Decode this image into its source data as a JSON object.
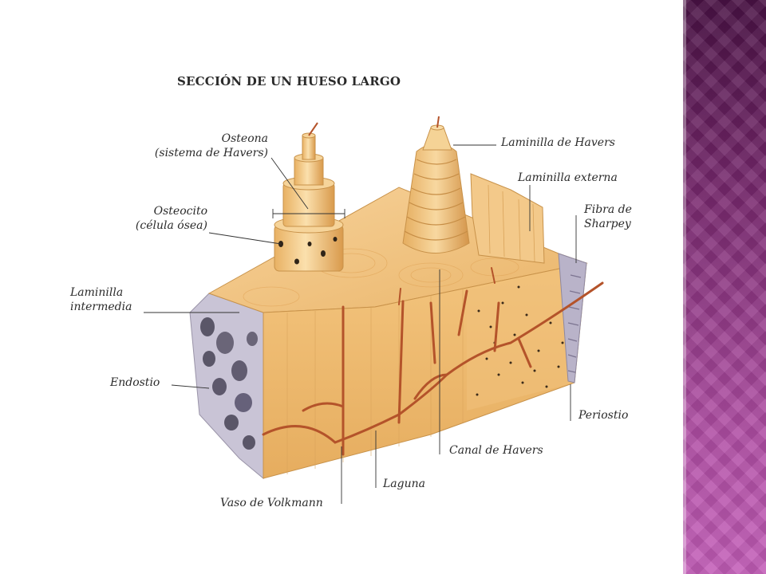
{
  "title": "SECCIÓN DE UN HUESO LARGO",
  "labels": {
    "osteona": "Osteona",
    "osteona_sub": "(sistema de Havers)",
    "osteocito": "Osteocito",
    "osteocito_sub": "(célula ósea)",
    "laminilla_intermedia_1": "Laminilla",
    "laminilla_intermedia_2": "intermedia",
    "endostio": "Endostio",
    "laminilla_havers": "Laminilla de Havers",
    "laminilla_externa": "Laminilla externa",
    "fibra_1": "Fibra de",
    "fibra_2": "Sharpey",
    "periostio": "Periostio",
    "canal_havers": "Canal de Havers",
    "laguna": "Laguna",
    "vaso_volkmann": "Vaso de Volkmann"
  },
  "colors": {
    "bone": "#f2c27a",
    "bone_dark": "#d79a4e",
    "bone_light": "#f8d9a0",
    "vessel": "#b5542a",
    "spongy": "#c7c2d3",
    "accent": "#9b3a8f"
  }
}
